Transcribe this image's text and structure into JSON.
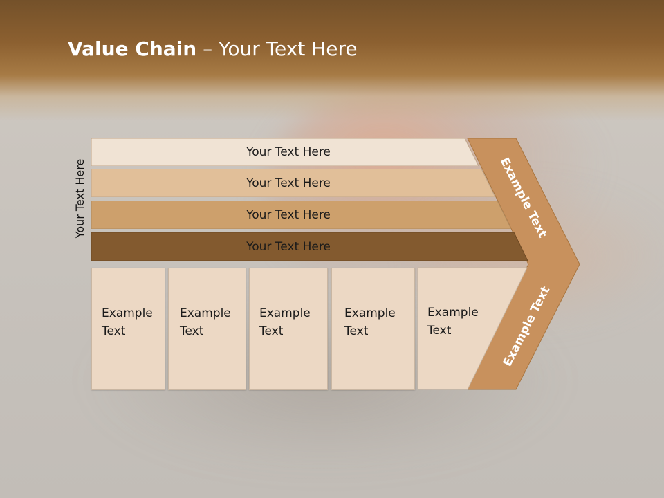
{
  "slide": {
    "title_bold": "Value Chain",
    "title_rest": " – Your Text Here",
    "side_label": "Your Text Here"
  },
  "bands": [
    {
      "label": "Your Text Here",
      "color": "#f0e3d4"
    },
    {
      "label": "Your Text Here",
      "color": "#e1bf99"
    },
    {
      "label": "Your Text Here",
      "color": "#cda06c"
    },
    {
      "label": "Your Text Here",
      "color": "#835a2f"
    }
  ],
  "columns": [
    {
      "line1": "Example",
      "line2": "Text"
    },
    {
      "line1": "Example",
      "line2": "Text"
    },
    {
      "line1": "Example",
      "line2": "Text"
    },
    {
      "line1": "Example",
      "line2": "Text"
    },
    {
      "line1": "Example",
      "line2": "Text"
    }
  ],
  "chevron": {
    "upper_label": "Example Text",
    "lower_label": "Example Text",
    "color": "#c8915d"
  }
}
